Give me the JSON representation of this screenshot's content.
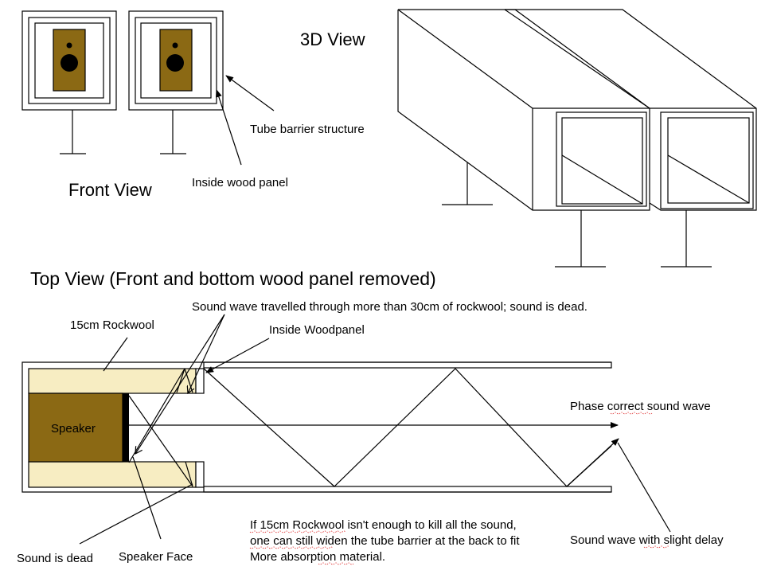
{
  "headings": {
    "front_view": "Front View",
    "view_3d": "3D View",
    "top_view": "Top View (Front and bottom wood panel removed)"
  },
  "labels": {
    "tube_barrier": "Tube barrier structure",
    "inside_wood_panel": "Inside wood panel",
    "sound_wave_travelled": "Sound wave travelled through more than 30cm of rockwool; sound is dead.",
    "rockwool_15cm": "15cm Rockwool",
    "inside_woodpanel": "Inside Woodpanel",
    "speaker": "Speaker",
    "phase_correct": "Phase correct sound wave",
    "sound_is_dead": "Sound is dead",
    "speaker_face": "Speaker Face",
    "slight_delay": "Sound wave with slight delay",
    "note_line1": "If 15cm Rockwool isn't enough to kill all the sound,",
    "note_line2": "one can still widen the tube barrier at the back to fit",
    "note_line3": "More absorption material."
  },
  "colors": {
    "speaker_panel": "#8b6914",
    "rockwool": "#f7edc2",
    "speaker_face": "#000000",
    "outline": "#000000"
  }
}
